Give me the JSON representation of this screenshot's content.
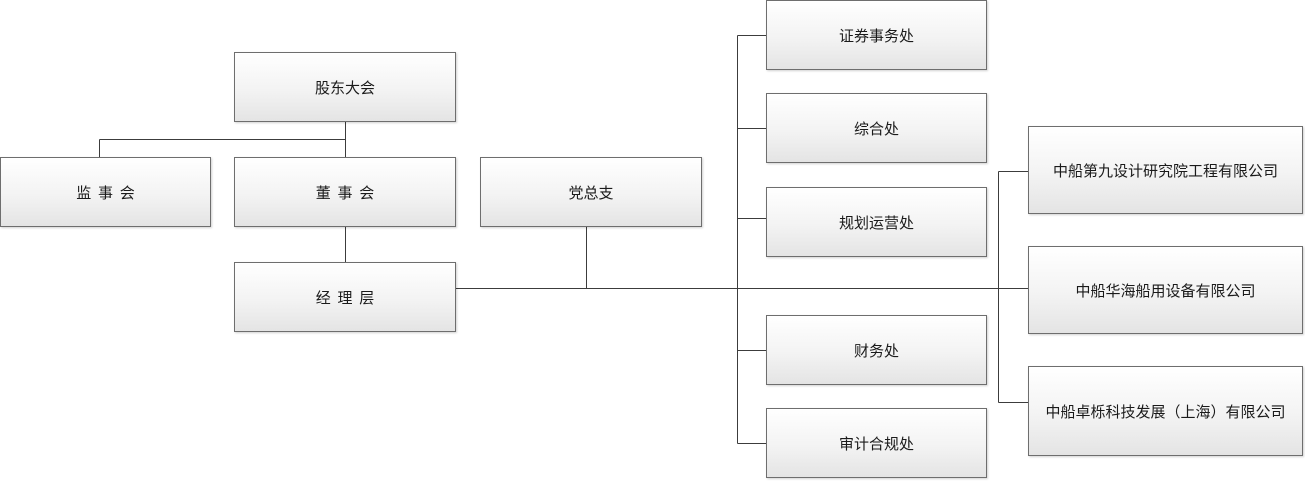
{
  "org_chart": {
    "nodes": {
      "shareholders_meeting": "股东大会",
      "supervisory_board": "监事会",
      "board_of_directors": "董事会",
      "management": "经理层",
      "party_branch": "党总支",
      "securities_affairs": "证券事务处",
      "general_office": "综合处",
      "planning_operations": "规划运营处",
      "finance": "财务处",
      "audit_compliance": "审计合规处",
      "subsidiary_1": "中船第九设计研究院工程有限公司",
      "subsidiary_2": "中船华海船用设备有限公司",
      "subsidiary_3": "中船卓栎科技发展（上海）有限公司"
    }
  }
}
